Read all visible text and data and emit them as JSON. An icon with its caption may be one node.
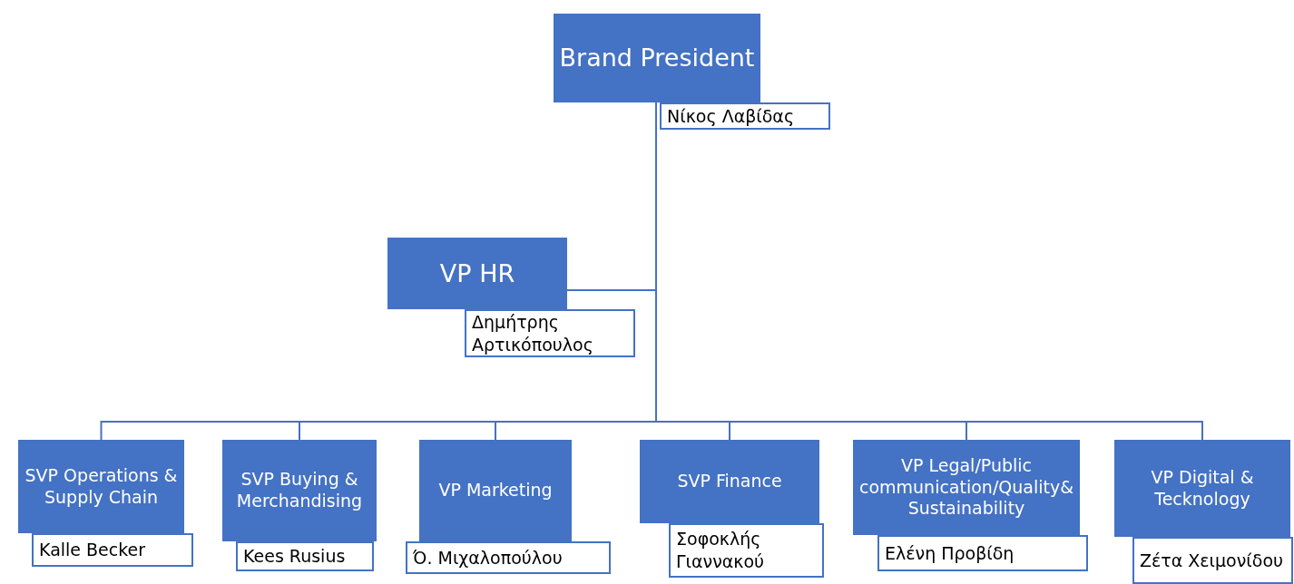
{
  "diagram": {
    "nodes": [
      {
        "text": [
          "Brand President"
        ]
      },
      {
        "text": [
          "Νίκος Λαβίδας"
        ]
      },
      {
        "text": [
          "VP HR"
        ]
      },
      {
        "text": [
          "Δημήτρης Αρτικόπουλος"
        ]
      },
      {
        "text": [
          "SVP Operations & Supply Chain"
        ]
      },
      {
        "text": [
          "Kalle Becker"
        ]
      },
      {
        "text": [
          "SVP Buying & Merchandising"
        ]
      },
      {
        "text": [
          "Kees Rusius"
        ]
      },
      {
        "text": [
          "VP Marketing"
        ]
      },
      {
        "text": [
          "Ό. Μιχαλοπούλου"
        ]
      },
      {
        "text": [
          "SVP Finance"
        ]
      },
      {
        "text": [
          "Σοφοκλής Γιαννακού"
        ]
      },
      {
        "text": [
          "VP Legal/Public communication/Quality&Sustainability"
        ]
      },
      {
        "text": [
          "Ελένη Προβίδη"
        ]
      },
      {
        "text": [
          "VP Digital & Tecknology"
        ]
      },
      {
        "text": [
          "Ζέτα Χειμονίδου"
        ]
      }
    ],
    "edges": [
      {
        "from": 0,
        "to": 2,
        "arrow": "none"
      },
      {
        "from": 0,
        "to": 4,
        "arrow": "none"
      },
      {
        "from": 0,
        "to": 6,
        "arrow": "none"
      },
      {
        "from": 0,
        "to": 8,
        "arrow": "none"
      },
      {
        "from": 0,
        "to": 10,
        "arrow": "none"
      },
      {
        "from": 0,
        "to": 12,
        "arrow": "none"
      },
      {
        "from": 0,
        "to": 14,
        "arrow": "none"
      }
    ]
  }
}
